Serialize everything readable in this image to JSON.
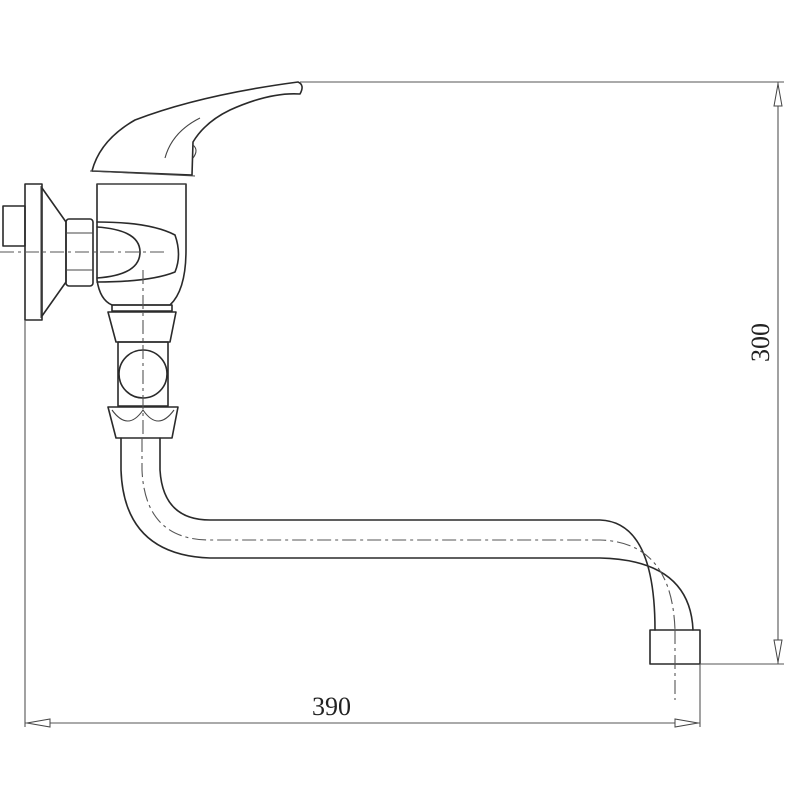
{
  "drawing": {
    "subject": "wall-mounted single-lever mixer faucet with swivel spout",
    "dimensions": {
      "overall_width": {
        "value": "390",
        "orientation": "horizontal"
      },
      "overall_height": {
        "value": "300",
        "orientation": "vertical"
      }
    },
    "colors": {
      "line": "#2a2a2a",
      "dimension_line": "#555555",
      "background": "#ffffff"
    }
  }
}
